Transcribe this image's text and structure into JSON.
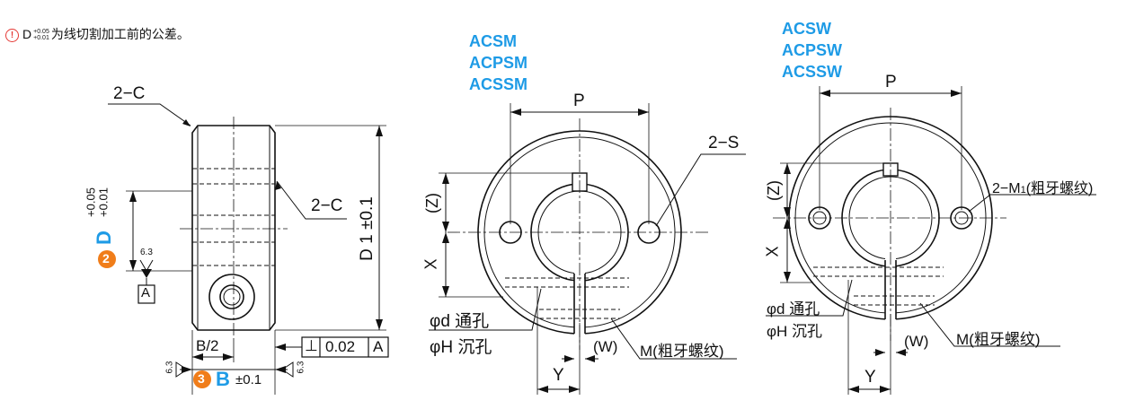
{
  "colors": {
    "accent_blue": "#1e9be6",
    "accent_orange": "#f07d1a",
    "warning_red": "#e53935",
    "line": "#111111"
  },
  "note": {
    "warning_icon": "warning-circle-icon",
    "symbol": "!",
    "prefix": "D",
    "tol_upper": "+0.05",
    "tol_lower": "+0.01",
    "text": "为线切割加工前的公差。"
  },
  "left_view": {
    "chamfer_top": "2−C",
    "chamfer_side": "2−C",
    "d1_dim": "D 1 ±0.1",
    "d_tol_upper": "+0.05",
    "d_tol_lower": "+0.01",
    "d_badge": "2",
    "d_letter": "D",
    "roughness": "6.3",
    "datum": "A",
    "b_half": "B/2",
    "b_badge": "3",
    "b_letter": "B",
    "b_tol": "±0.1",
    "perp_symbol": "⊥",
    "perp_value": "0.02",
    "perp_datum": "A",
    "roughness_left": "6.3",
    "roughness_right": "6.3"
  },
  "middle_view": {
    "models": [
      "ACSM",
      "ACPSM",
      "ACSSM"
    ],
    "p": "P",
    "hole": "2−S",
    "z": "(Z)",
    "x": "X",
    "d_thru": "φd 通孔",
    "h_cbore": "φH 沉孔",
    "w": "(W)",
    "m": "M(粗牙螺纹)",
    "y": "Y"
  },
  "right_view": {
    "models": [
      "ACSW",
      "ACPSW",
      "ACSSW"
    ],
    "p": "P",
    "m1_prefix": "2−M",
    "m1_sub": "1",
    "m1_suffix": "(粗牙螺纹)",
    "z": "(Z)",
    "x": "X",
    "d_thru": "φd 通孔",
    "h_cbore": "φH 沉孔",
    "w": "(W)",
    "m": "M(粗牙螺纹)",
    "y": "Y"
  }
}
